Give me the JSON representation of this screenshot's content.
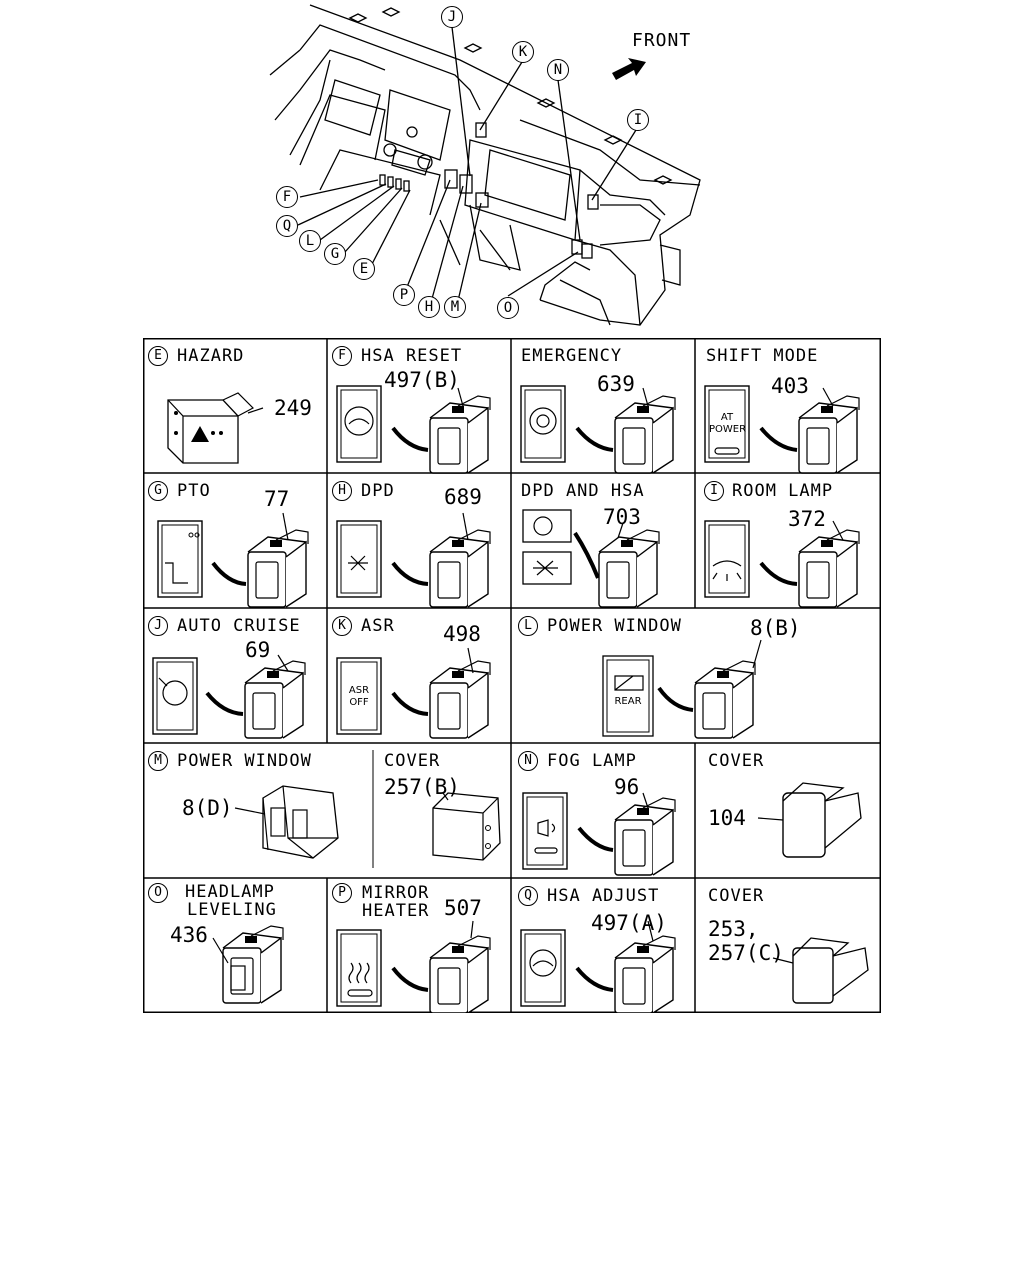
{
  "front_label": "FRONT",
  "callouts": {
    "J": "J",
    "K": "K",
    "N": "N",
    "I": "I",
    "F": "F",
    "Q": "Q",
    "L": "L",
    "G": "G",
    "E": "E",
    "P": "P",
    "H": "H",
    "M": "M",
    "O": "O"
  },
  "cells": {
    "hazard": {
      "letter": "E",
      "title": "HAZARD",
      "part": "249"
    },
    "hsa_reset": {
      "letter": "F",
      "title": "HSA RESET",
      "part": "497(B)"
    },
    "emergency": {
      "title": "EMERGENCY",
      "part": "639"
    },
    "shift_mode": {
      "title": "SHIFT MODE",
      "part": "403",
      "face_line1": "AT",
      "face_line2": "POWER"
    },
    "pto": {
      "letter": "G",
      "title": "PTO",
      "part": "77"
    },
    "dpd": {
      "letter": "H",
      "title": "DPD",
      "part": "689"
    },
    "dpd_hsa": {
      "title": "DPD AND HSA",
      "part": "703"
    },
    "room_lamp": {
      "letter": "I",
      "title": "ROOM LAMP",
      "part": "372"
    },
    "auto_cruise": {
      "letter": "J",
      "title": "AUTO CRUISE",
      "part": "69"
    },
    "asr": {
      "letter": "K",
      "title": "ASR",
      "part": "498",
      "face_line1": "ASR",
      "face_line2": "OFF"
    },
    "power_window_l": {
      "letter": "L",
      "title": "POWER WINDOW",
      "part": "8(B)",
      "face_text": "REAR"
    },
    "power_window_m": {
      "letter": "M",
      "title": "POWER WINDOW",
      "part": "8(D)"
    },
    "cover_257b": {
      "title": "COVER",
      "part": "257(B)"
    },
    "fog_lamp": {
      "letter": "N",
      "title": "FOG LAMP",
      "part": "96"
    },
    "cover_104": {
      "title": "COVER",
      "part": "104"
    },
    "headlamp_leveling": {
      "letter": "O",
      "title_line1": "HEADLAMP",
      "title_line2": "LEVELING",
      "part": "436"
    },
    "mirror_heater": {
      "letter": "P",
      "title_line1": "MIRROR",
      "title_line2": "HEATER",
      "part": "507"
    },
    "hsa_adjust": {
      "letter": "Q",
      "title": "HSA ADJUST",
      "part": "497(A)"
    },
    "cover_253": {
      "title": "COVER",
      "part_line1": "253,",
      "part_line2": "257(C)"
    }
  }
}
